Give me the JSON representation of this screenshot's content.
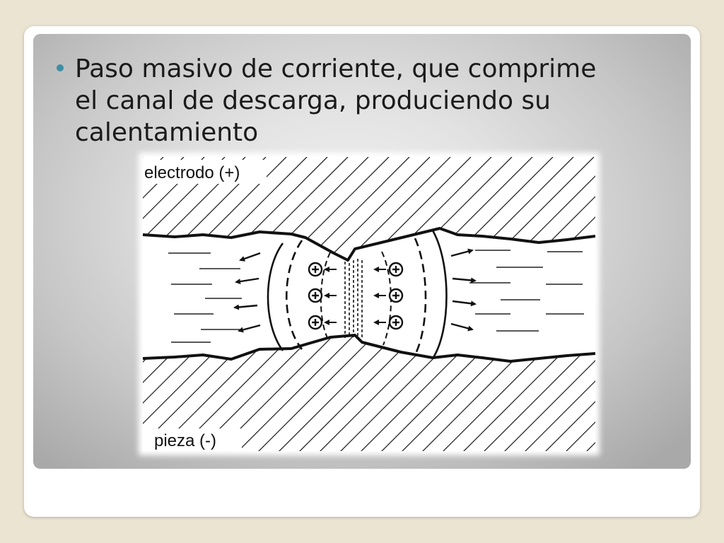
{
  "slide": {
    "bullet_text": "Paso masivo de corriente, que comprime\nel canal de descarga, produciendo su\ncalentamiento"
  },
  "diagram": {
    "electrode_label": "electrodo (+)",
    "workpiece_label": "pieza (-)",
    "ion_symbol": "+",
    "ion_icon": "plus-circle-icon",
    "arrow_icon": "arrow-icon",
    "colors": {
      "bullet": "#3d8fa5",
      "ink": "#111111"
    }
  }
}
